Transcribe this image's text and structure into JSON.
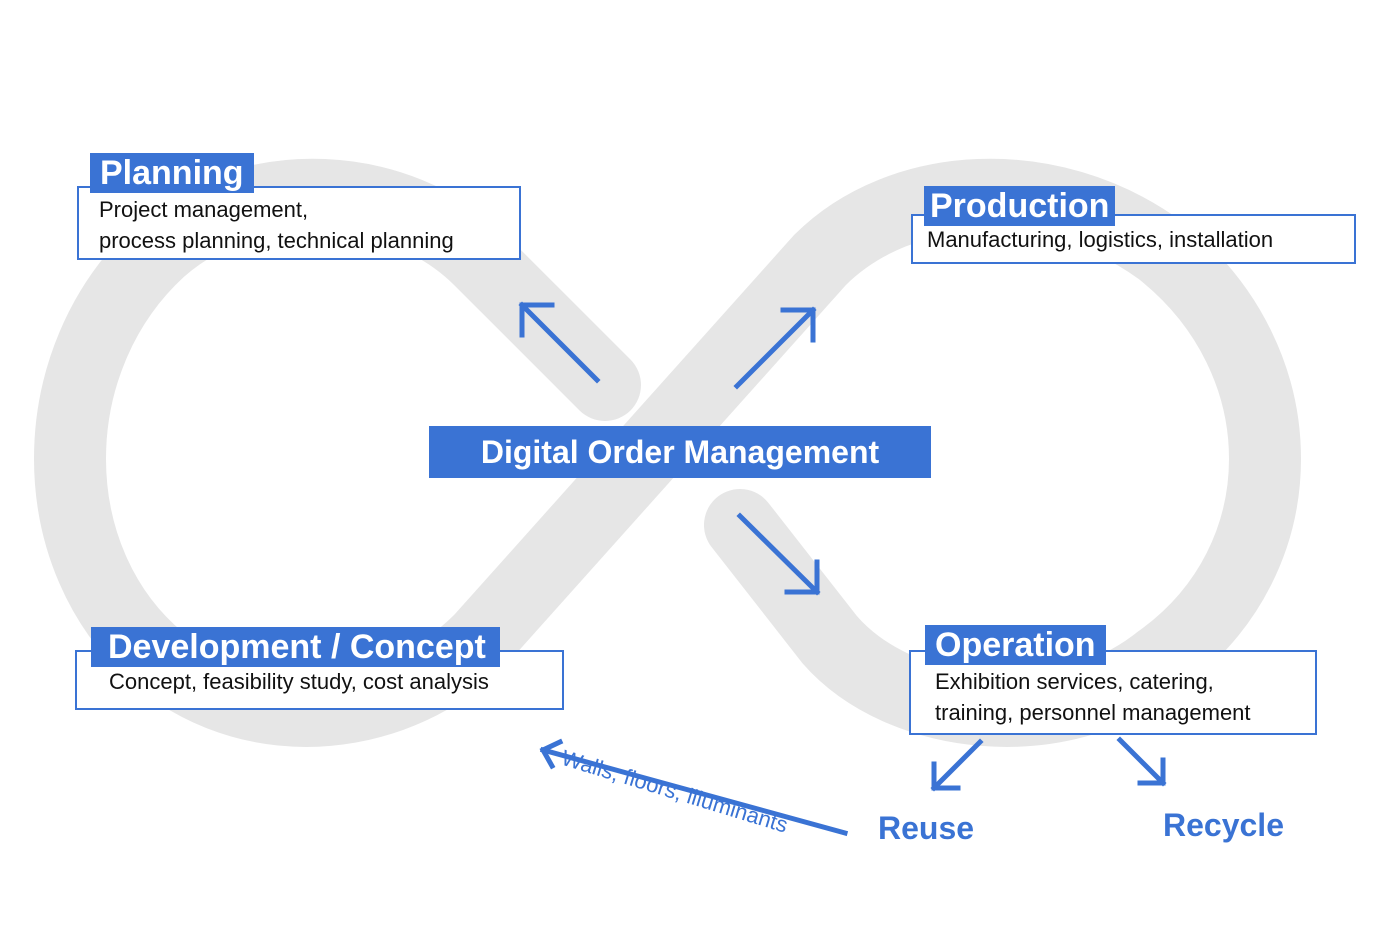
{
  "title": "Digital Order Management",
  "stages": [
    {
      "name": "Planning",
      "lines": [
        "Project management,",
        "process planning, technical planning"
      ]
    },
    {
      "name": "Production",
      "lines": [
        "Manufacturing, logistics, installation"
      ]
    },
    {
      "name": "Development / Concept",
      "lines": [
        "Concept, feasibility study, cost analysis"
      ]
    },
    {
      "name": "Operation",
      "lines": [
        "Exhibition services, catering,",
        "training, personnel management"
      ]
    }
  ],
  "outputs": {
    "reuse": "Reuse",
    "recycle": "Recycle",
    "loop_label": "Walls, floors, illuminants"
  },
  "colors": {
    "accent": "#3a73d4",
    "band": "#e6e6e6"
  }
}
